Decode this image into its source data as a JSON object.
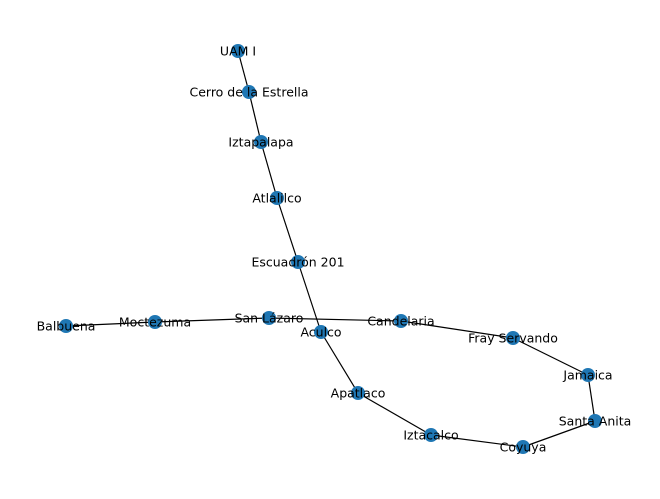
{
  "graph": {
    "node_color": "#1f77b4",
    "edge_color": "#000000",
    "nodes": [
      {
        "id": "uam-i",
        "label": "UAM I"
      },
      {
        "id": "cerro-de-la-estrella",
        "label": "Cerro de la Estrella"
      },
      {
        "id": "iztapalapa",
        "label": "Iztapalapa"
      },
      {
        "id": "atlalilco",
        "label": "Atlalilco"
      },
      {
        "id": "escuadron-201",
        "label": "Escuadrón 201"
      },
      {
        "id": "balbuena",
        "label": "Balbuena"
      },
      {
        "id": "moctezuma",
        "label": "Moctezuma"
      },
      {
        "id": "san-lazaro",
        "label": "San Lázaro"
      },
      {
        "id": "aculco",
        "label": "Aculco"
      },
      {
        "id": "candelaria",
        "label": "Candelaria"
      },
      {
        "id": "fray-servando",
        "label": "Fray Servando"
      },
      {
        "id": "jamaica",
        "label": "Jamaica"
      },
      {
        "id": "santa-anita",
        "label": "Santa Anita"
      },
      {
        "id": "apatlaco",
        "label": "Apatlaco"
      },
      {
        "id": "iztacalco",
        "label": "Iztacalco"
      },
      {
        "id": "coyuya",
        "label": "Coyuya"
      }
    ],
    "edges": [
      [
        "uam-i",
        "cerro-de-la-estrella"
      ],
      [
        "cerro-de-la-estrella",
        "iztapalapa"
      ],
      [
        "iztapalapa",
        "atlalilco"
      ],
      [
        "atlalilco",
        "escuadron-201"
      ],
      [
        "escuadron-201",
        "aculco"
      ],
      [
        "balbuena",
        "moctezuma"
      ],
      [
        "moctezuma",
        "san-lazaro"
      ],
      [
        "san-lazaro",
        "candelaria"
      ],
      [
        "candelaria",
        "fray-servando"
      ],
      [
        "fray-servando",
        "jamaica"
      ],
      [
        "jamaica",
        "santa-anita"
      ],
      [
        "santa-anita",
        "coyuya"
      ],
      [
        "coyuya",
        "iztacalco"
      ],
      [
        "iztacalco",
        "apatlaco"
      ],
      [
        "apatlaco",
        "aculco"
      ]
    ]
  }
}
